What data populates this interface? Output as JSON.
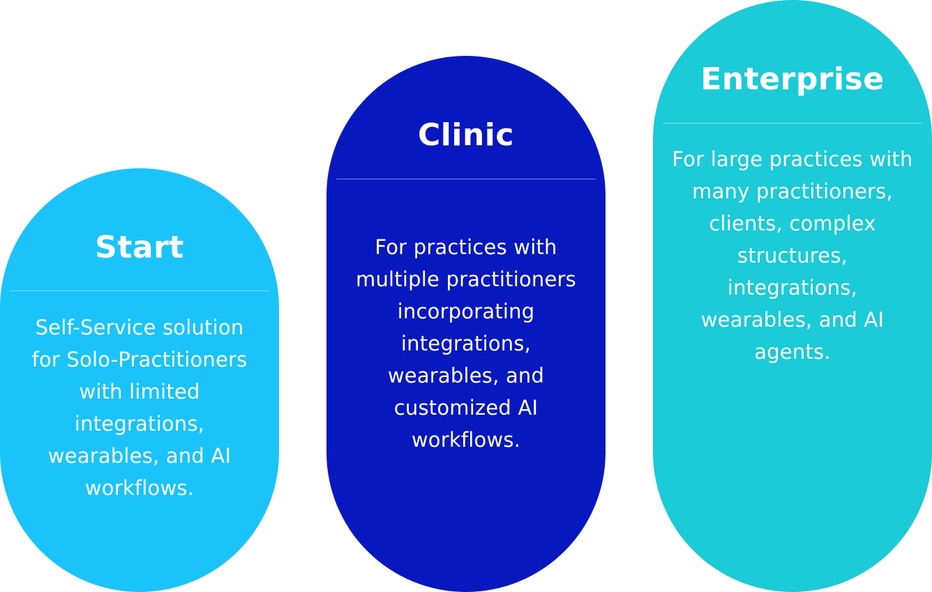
{
  "tiers": {
    "start": {
      "title": "Start",
      "description": "Self-Service solution for Solo-Practitioners with limited integrations, wearables, and AI workflows.",
      "color": "#1ac4fa"
    },
    "clinic": {
      "title": "Clinic",
      "description": "For practices with multiple practitioners incorporating integrations, wearables, and customized AI workflows.",
      "color": "#0818bf"
    },
    "enterprise": {
      "title": "Enterprise",
      "description": "For large practices with many practitioners, clients, complex structures, integrations, wearables, and AI agents.",
      "color": "#1bcbd7"
    }
  }
}
